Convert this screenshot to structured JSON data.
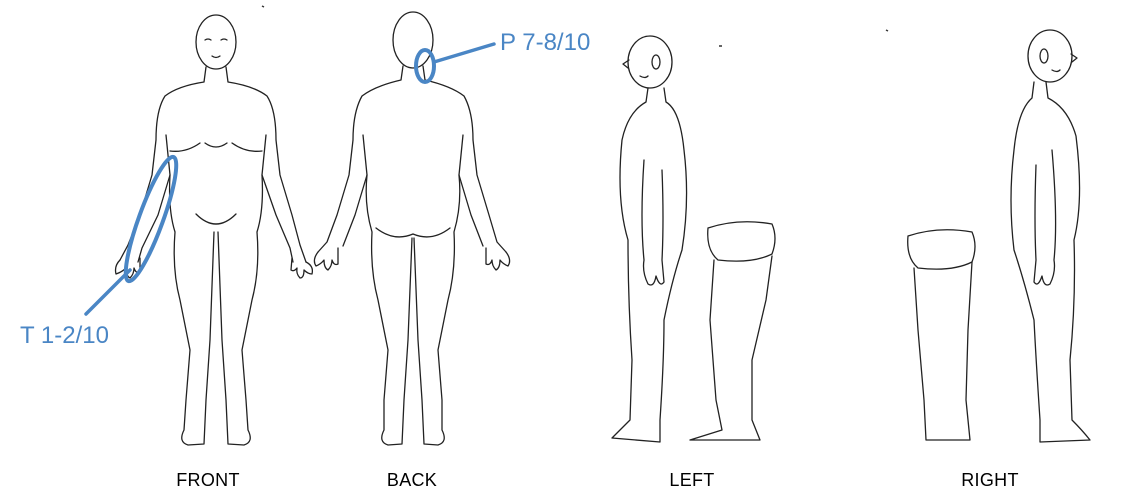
{
  "views": {
    "front": "FRONT",
    "back": "BACK",
    "left": "LEFT",
    "right": "RIGHT"
  },
  "annotations": [
    {
      "text": "T 1-2/10",
      "region": "right forearm (front view)"
    },
    {
      "text": "P 7-8/10",
      "region": "back of neck (back view)"
    }
  ],
  "colors": {
    "annotation": "#4a86c5",
    "outline": "#222222",
    "label": "#000000"
  }
}
